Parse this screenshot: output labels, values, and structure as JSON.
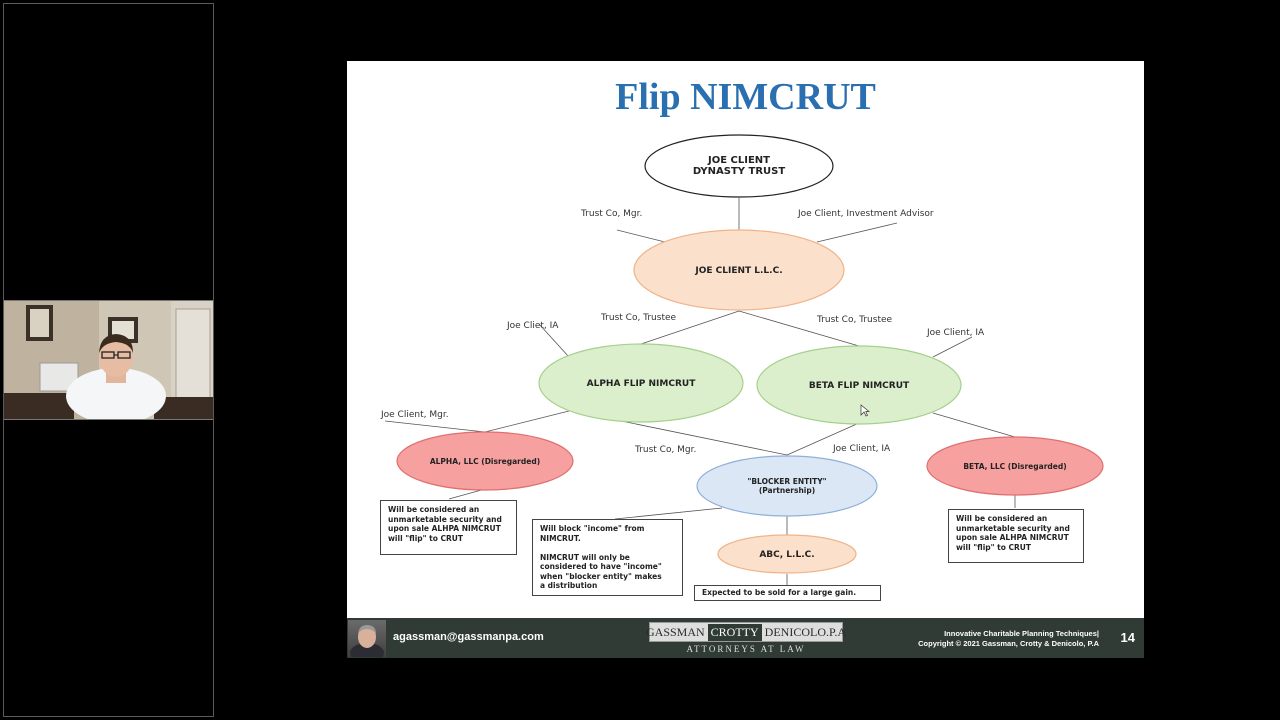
{
  "slide": {
    "title": "Flip NIMCRUT",
    "diagram": {
      "nodes": {
        "dynasty_line1": "JOE CLIENT",
        "dynasty_line2": "DYNASTY TRUST",
        "llc": "JOE CLIENT L.L.C.",
        "alpha_nimcrut": "ALPHA FLIP NIMCRUT",
        "beta_nimcrut": "BETA FLIP NIMCRUT",
        "alpha_llc": "ALPHA, LLC (Disregarded)",
        "beta_llc": "BETA, LLC (Disregarded)",
        "blocker_line1": "\"BLOCKER ENTITY\"",
        "blocker_line2": "(Partnership)",
        "abc_llc": "ABC, L.L.C."
      },
      "edge_labels": {
        "trust_co_mgr_top": "Trust Co, Mgr.",
        "joe_client_ia_top": "Joe Client, Investment Advisor",
        "trust_co_trustee_left": "Trust Co, Trustee",
        "trust_co_trustee_right": "Trust Co, Trustee",
        "joe_cliet_ia": "Joe Cliet, IA",
        "joe_client_ia_right": "Joe Client, IA",
        "joe_client_mgr": "Joe Client, Mgr.",
        "trust_co_mgr_bottom": "Trust Co, Mgr.",
        "joe_client_ia_bottom": "Joe Client, IA"
      },
      "notes": {
        "alpha_note": "Will be considered an\nunmarketable security and\nupon sale ALHPA NIMCRUT\nwill \"flip\" to CRUT",
        "blocker_note": "Will block \"income\" from\nNIMCRUT.\n\nNIMCRUT will only be\nconsidered to have \"income\"\nwhen  \"blocker entity\" makes\na distribution",
        "abc_note": "Expected to be sold for a large gain.",
        "beta_note": "Will be considered an\nunmarketable security and\nupon sale ALHPA NIMCRUT\nwill \"flip\" to CRUT"
      }
    },
    "footer": {
      "email": "agassman@gassmanpa.com",
      "firm_name_left": "GASSMAN",
      "firm_name_mid": "CROTTY",
      "firm_name_right": "DENICOLO.P.A",
      "firm_tagline": "ATTORNEYS AT LAW",
      "course_text": "Innovative Charitable Planning Techniques|\nCopyright © 2021 Gassman, Crotty & Denicolo, P.A",
      "page_number": "14"
    }
  },
  "colors": {
    "title": "#2a6fb0",
    "llc_fill": "#fbe0cc",
    "nimcrut_fill": "#dcefcd",
    "disregarded_fill": "#f6a0a0",
    "blocker_fill": "#dbe7f5",
    "footer_bg": "#2f3b34"
  }
}
